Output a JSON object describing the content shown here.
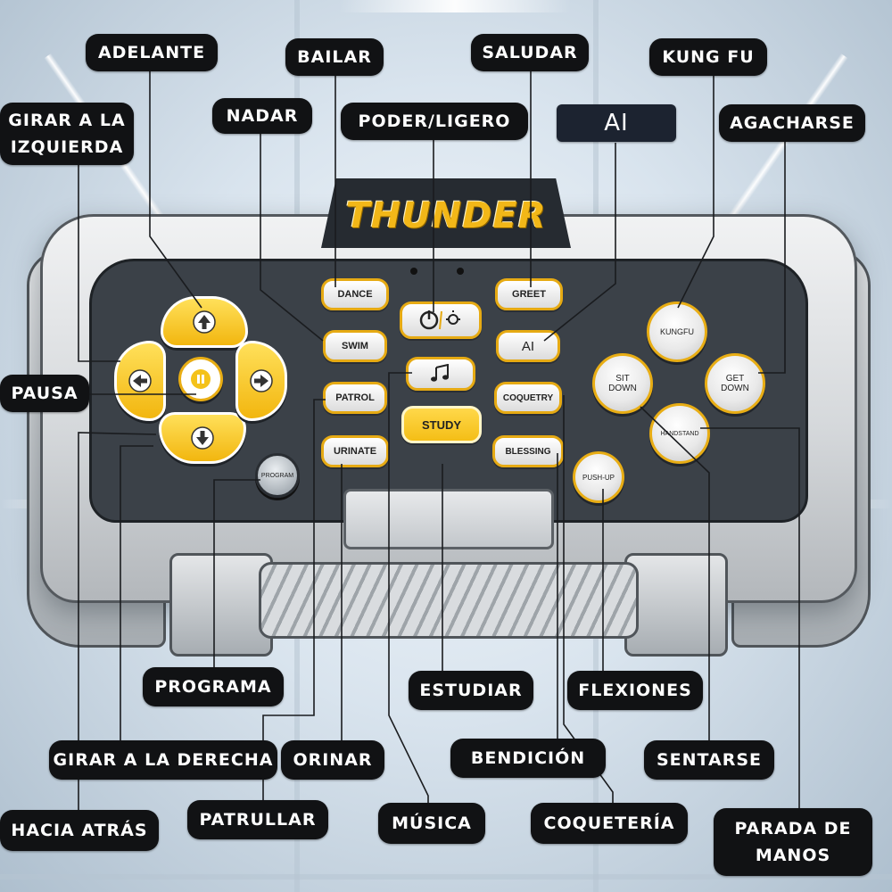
{
  "device": {
    "logo_text": "THUNDER",
    "accent_color": "#f2b718",
    "buttons": {
      "dance": "DANCE",
      "swim": "SWIM",
      "patrol": "PATROL",
      "urinate": "URINATE",
      "greet": "GREET",
      "ai": "AI",
      "coquetry": "COQUETRY",
      "blessing": "BLESSING",
      "study": "STUDY",
      "kungfu": "KUNGFU",
      "sit_down": "SIT\nDOWN",
      "get_down": "GET\nDOWN",
      "handstand": "HANDSTAND",
      "push_up": "PUSH-UP",
      "program": "PROGRAM"
    },
    "icons": {
      "forward": "arrow-up-icon",
      "backward": "arrow-down-icon",
      "turn_left": "arrow-left-icon",
      "turn_right": "arrow-right-icon",
      "pause": "pause-icon",
      "power_light": "power-light-icon",
      "music": "music-note-icon"
    }
  },
  "labels": {
    "adelante": "ADELANTE",
    "bailar": "BAILAR",
    "saludar": "SALUDAR",
    "kung_fu": "KUNG FU",
    "girar_izquierda": "GIRAR A LA\nIZQUIERDA",
    "nadar": "NADAR",
    "poder_ligero": "PODER/LIGERO",
    "ai": "AI",
    "agacharse": "AGACHARSE",
    "pausa": "PAUSA",
    "programa": "PROGRAMA",
    "estudiar": "ESTUDIAR",
    "flexiones": "FLEXIONES",
    "girar_derecha": "GIRAR A LA DERECHA",
    "orinar": "ORINAR",
    "bendicion": "BENDICIÓN",
    "sentarse": "SENTARSE",
    "hacia_atras": "HACIA ATRÁS",
    "patrullar": "PATRULLAR",
    "musica": "MÚSICA",
    "coqueteria": "COQUETERÍA",
    "parada_de_manos": "PARADA DE\nMANOS"
  }
}
